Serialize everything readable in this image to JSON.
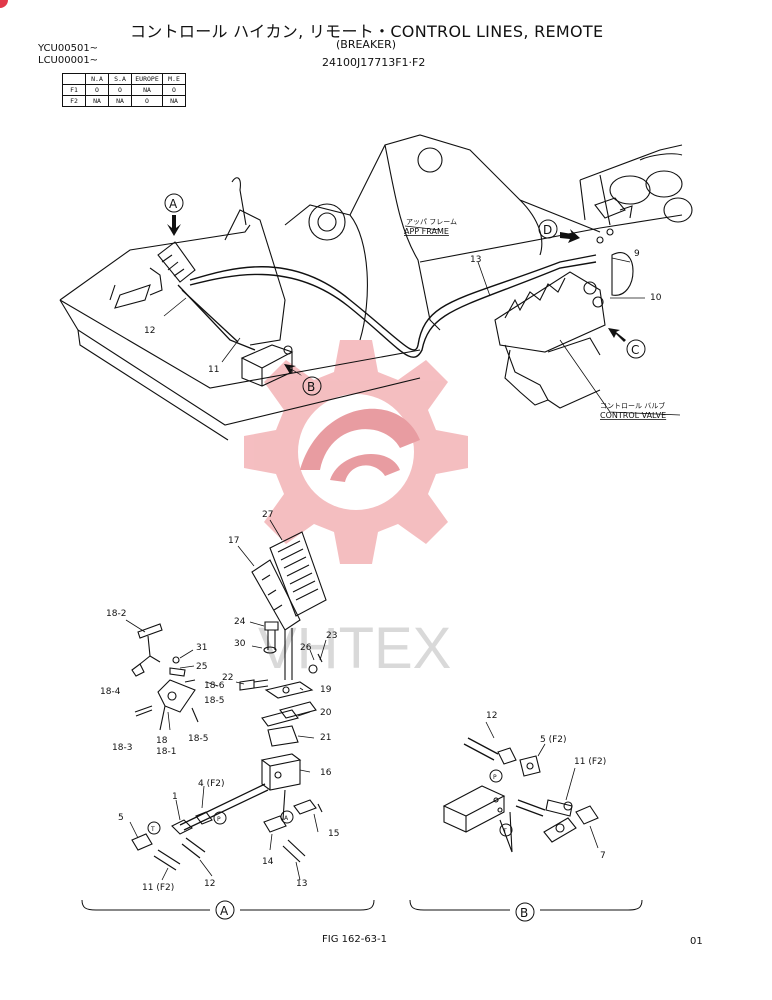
{
  "header": {
    "title": "コントロール ハイカン, リモート・CONTROL LINES, REMOTE",
    "subtitle": "(BREAKER)",
    "part_number": "24100J17713F1·F2",
    "serial_1": "YCU00501~",
    "serial_2": "LCU00001~"
  },
  "availability_table": {
    "columns": [
      "N.A",
      "S.A",
      "EUROPE",
      "M.E"
    ],
    "rows": [
      {
        "label": "F1",
        "cells": [
          "O",
          "O",
          "NA",
          "O"
        ]
      },
      {
        "label": "F2",
        "cells": [
          "NA",
          "NA",
          "O",
          "NA"
        ]
      }
    ]
  },
  "diagram": {
    "frame_label_jp": "アッパ フレーム",
    "frame_label": "APP FRAME",
    "valve_label_jp": "コントロール バルブ",
    "valve_label": "CONTROL VALVE",
    "view_letters": [
      "A",
      "B",
      "C",
      "D"
    ],
    "watermark": "VHTEX",
    "top_callouts": [
      "13",
      "9",
      "10",
      "12",
      "11"
    ],
    "callouts_a": [
      "27",
      "17",
      "18-2",
      "24",
      "23",
      "31",
      "30",
      "25",
      "26",
      "18-6",
      "18-4",
      "22",
      "19",
      "18-5",
      "20",
      "18-3",
      "18",
      "18-1",
      "18-5",
      "21",
      "16",
      "4 (F2)",
      "1",
      "5",
      "15",
      "14",
      "11 (F2)",
      "12",
      "13"
    ],
    "callouts_b": [
      "12",
      "5 (F2)",
      "11 (F2)",
      "7"
    ],
    "port_marks": [
      "T",
      "P",
      "A",
      "P",
      "T"
    ],
    "section_a": "A",
    "section_b": "B"
  },
  "footer": {
    "figure": "FIG 162-63-1",
    "page": "01"
  }
}
